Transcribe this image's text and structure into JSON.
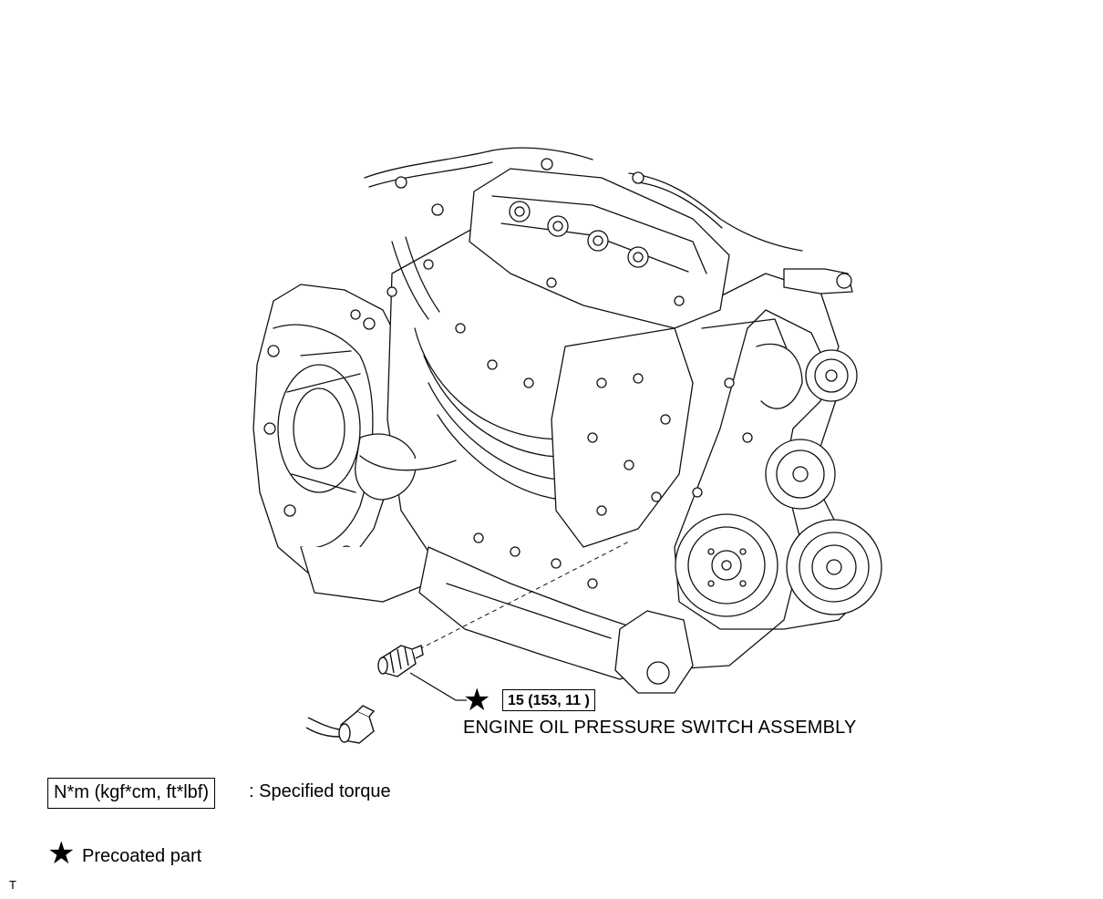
{
  "callout": {
    "torque": "15 (153, 11 )",
    "part_name": "ENGINE OIL PRESSURE SWITCH ASSEMBLY"
  },
  "legend": {
    "torque_unit": "N*m (kgf*cm, ft*lbf)",
    "torque_desc": ": Specified torque",
    "precoat_desc": "Precoated part"
  },
  "symbols": {
    "star": "★"
  },
  "footer": {
    "code": "T"
  },
  "icons": [
    "engine-illustration",
    "oil-pressure-switch-icon",
    "connector-icon",
    "star-icon"
  ]
}
